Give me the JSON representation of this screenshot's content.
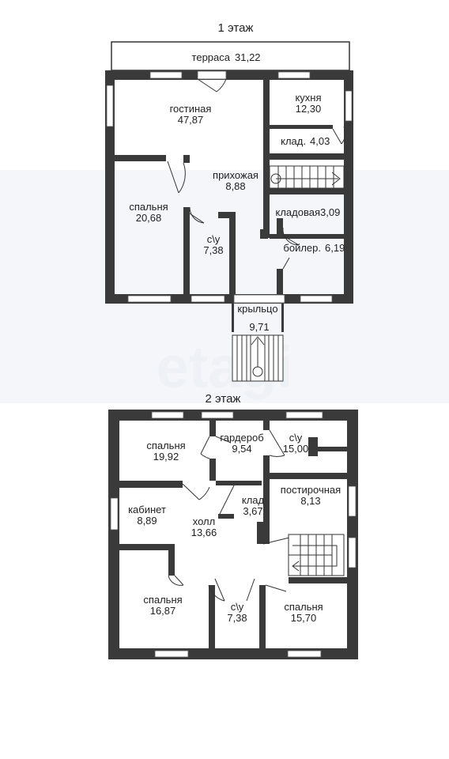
{
  "floor1": {
    "title": "1 этаж",
    "rooms": {
      "terrace": {
        "name": "терраса",
        "area": "31,22"
      },
      "living": {
        "name": "гостиная",
        "area": "47,87"
      },
      "kitchen": {
        "name": "кухня",
        "area": "12,30"
      },
      "pantry_small": {
        "name": "клад.",
        "area": "4,03"
      },
      "hall": {
        "name": "прихожая",
        "area": "8,88"
      },
      "bedroom": {
        "name": "спальня",
        "area": "20,68"
      },
      "storage": {
        "name": "кладовая",
        "area": "3,09"
      },
      "bathroom": {
        "name": "с\\у",
        "area": "7,38"
      },
      "boiler": {
        "name": "бойлер.",
        "area": "6,19"
      },
      "porch": {
        "name": "крыльцо",
        "area": "9,71"
      }
    }
  },
  "floor2": {
    "title": "2 этаж",
    "rooms": {
      "bedroom1": {
        "name": "спальня",
        "area": "19,92"
      },
      "wardrobe": {
        "name": "гардероб",
        "area": "9,54"
      },
      "bathroom1": {
        "name": "с\\у",
        "area": "15,00"
      },
      "laundry": {
        "name": "постирочная",
        "area": "8,13"
      },
      "study": {
        "name": "кабинет",
        "area": "8,89"
      },
      "storage": {
        "name": "клад",
        "area": "3,67"
      },
      "hall": {
        "name": "холл",
        "area": "13,66"
      },
      "bedroom2": {
        "name": "спальня",
        "area": "16,87"
      },
      "bathroom2": {
        "name": "с\\у",
        "area": "7,38"
      },
      "bedroom3": {
        "name": "спальня",
        "area": "15,70"
      }
    }
  },
  "watermark": "etagi"
}
